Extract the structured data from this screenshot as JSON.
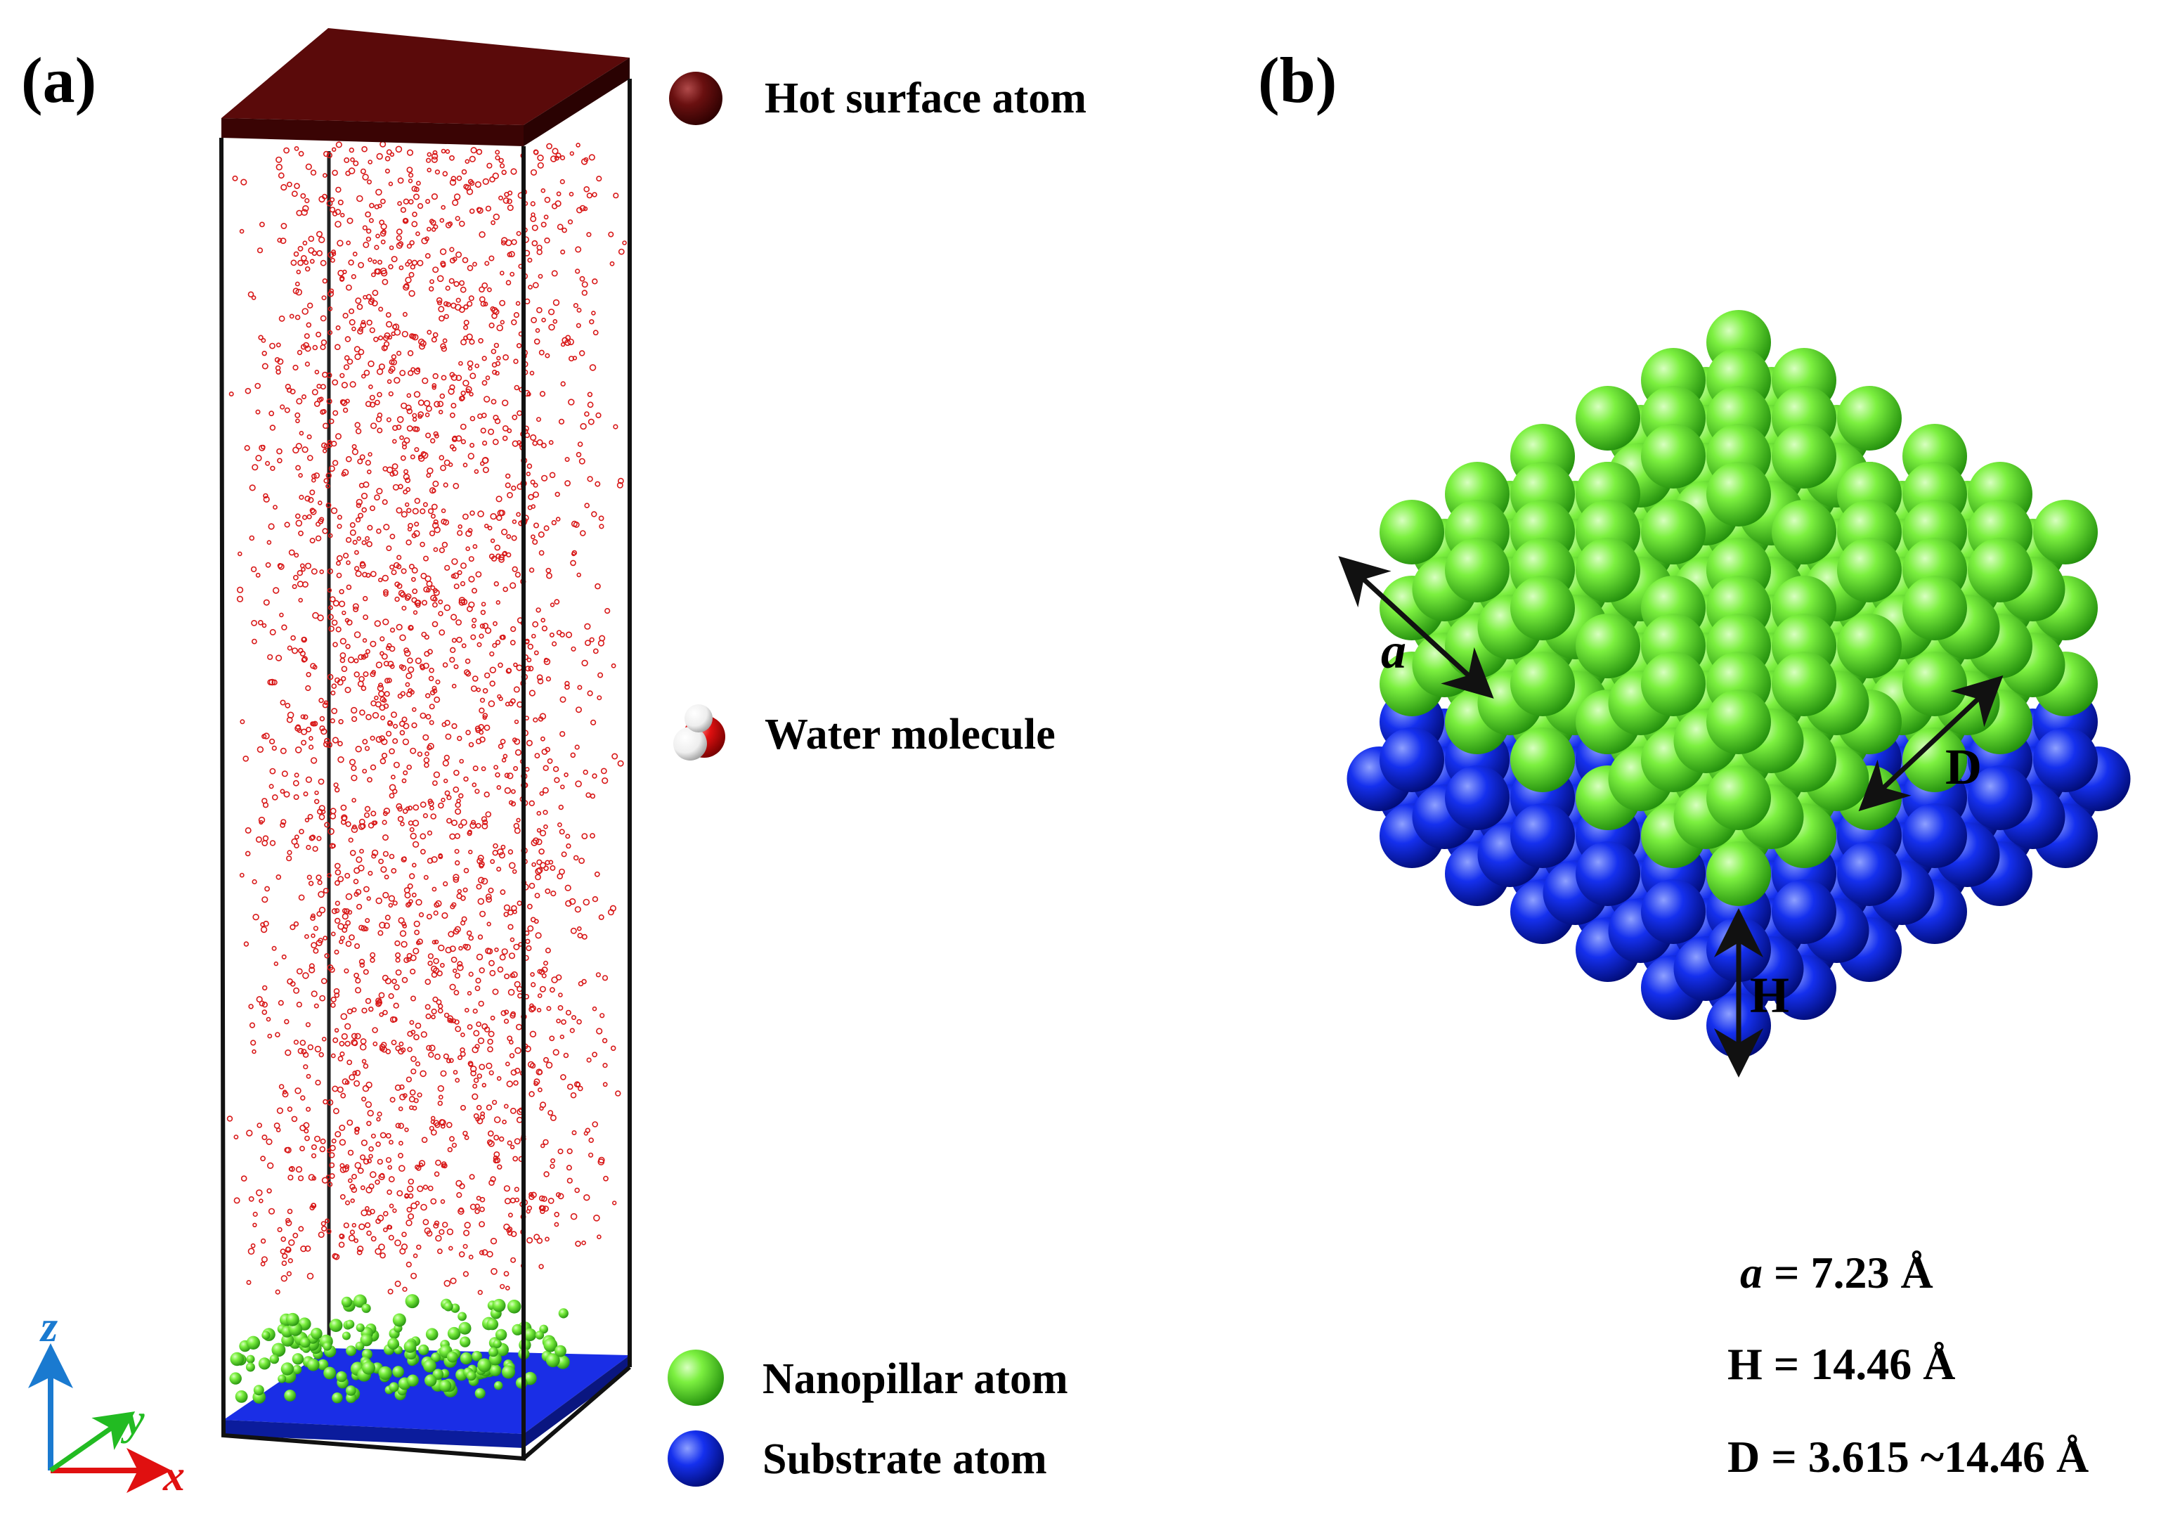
{
  "panel_a": {
    "label": "(a)",
    "axes": {
      "z": "z",
      "y": "y",
      "x": "x"
    }
  },
  "panel_b": {
    "label": "(b)",
    "dim_a": "a",
    "dim_d": "D",
    "dim_h": "H"
  },
  "legend": [
    {
      "text": "Hot surface atom",
      "color": "#5a0a0a",
      "symbol": "sphere"
    },
    {
      "text": "Water molecule",
      "color": "#d00000",
      "symbol": "water"
    },
    {
      "text": "Nanopillar atom",
      "color": "#55dd22",
      "symbol": "sphere"
    },
    {
      "text": "Substrate atom",
      "color": "#1428e0",
      "symbol": "sphere"
    }
  ],
  "params": {
    "a_sym": "a",
    "a_val": " = 7.23 Å",
    "h_line": "H = 14.46 Å",
    "d_line": "D = 3.615 ~14.46 Å"
  },
  "colors": {
    "hot_surface": "#4a0808",
    "water_o": "#cc1111",
    "nanopillar": "#66e633",
    "substrate": "#1a2ee6"
  }
}
